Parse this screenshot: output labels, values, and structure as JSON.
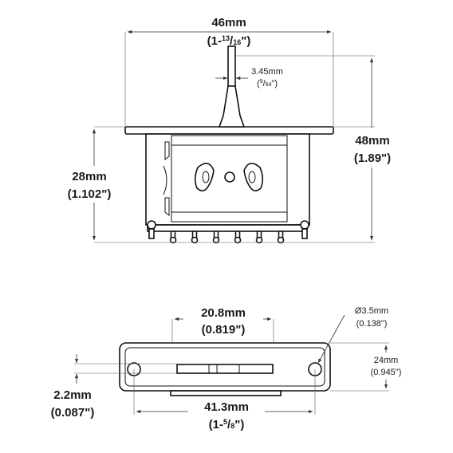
{
  "top_view": {
    "width_mm": "46mm",
    "width_in_prefix": "(1-",
    "width_in_num": "13",
    "width_in_den": "16",
    "width_in_suffix": "\")",
    "lever_mm": "3.45mm",
    "lever_in_open": "(",
    "lever_in_num": "9",
    "lever_in_den": "64",
    "lever_in_close": "\")",
    "body_height_mm": "28mm",
    "body_height_in": "(1.102\")",
    "total_height_mm": "48mm",
    "total_height_in": "(1.89\")"
  },
  "bottom_view": {
    "slot_mm": "20.8mm",
    "slot_in": "(0.819\")",
    "hole_mm": "Ø3.5mm",
    "hole_in": "(0.138\")",
    "plate_height_mm": "24mm",
    "plate_height_in": "(0.945\")",
    "offset_mm": "2.2mm",
    "offset_in": "(0.087\")",
    "hole_span_mm": "41.3mm",
    "hole_span_in_prefix": "(1-",
    "hole_span_in_num": "5",
    "hole_span_in_den": "8",
    "hole_span_in_suffix": "\")"
  },
  "colors": {
    "line": "#111111",
    "text": "#1a1a1a"
  }
}
